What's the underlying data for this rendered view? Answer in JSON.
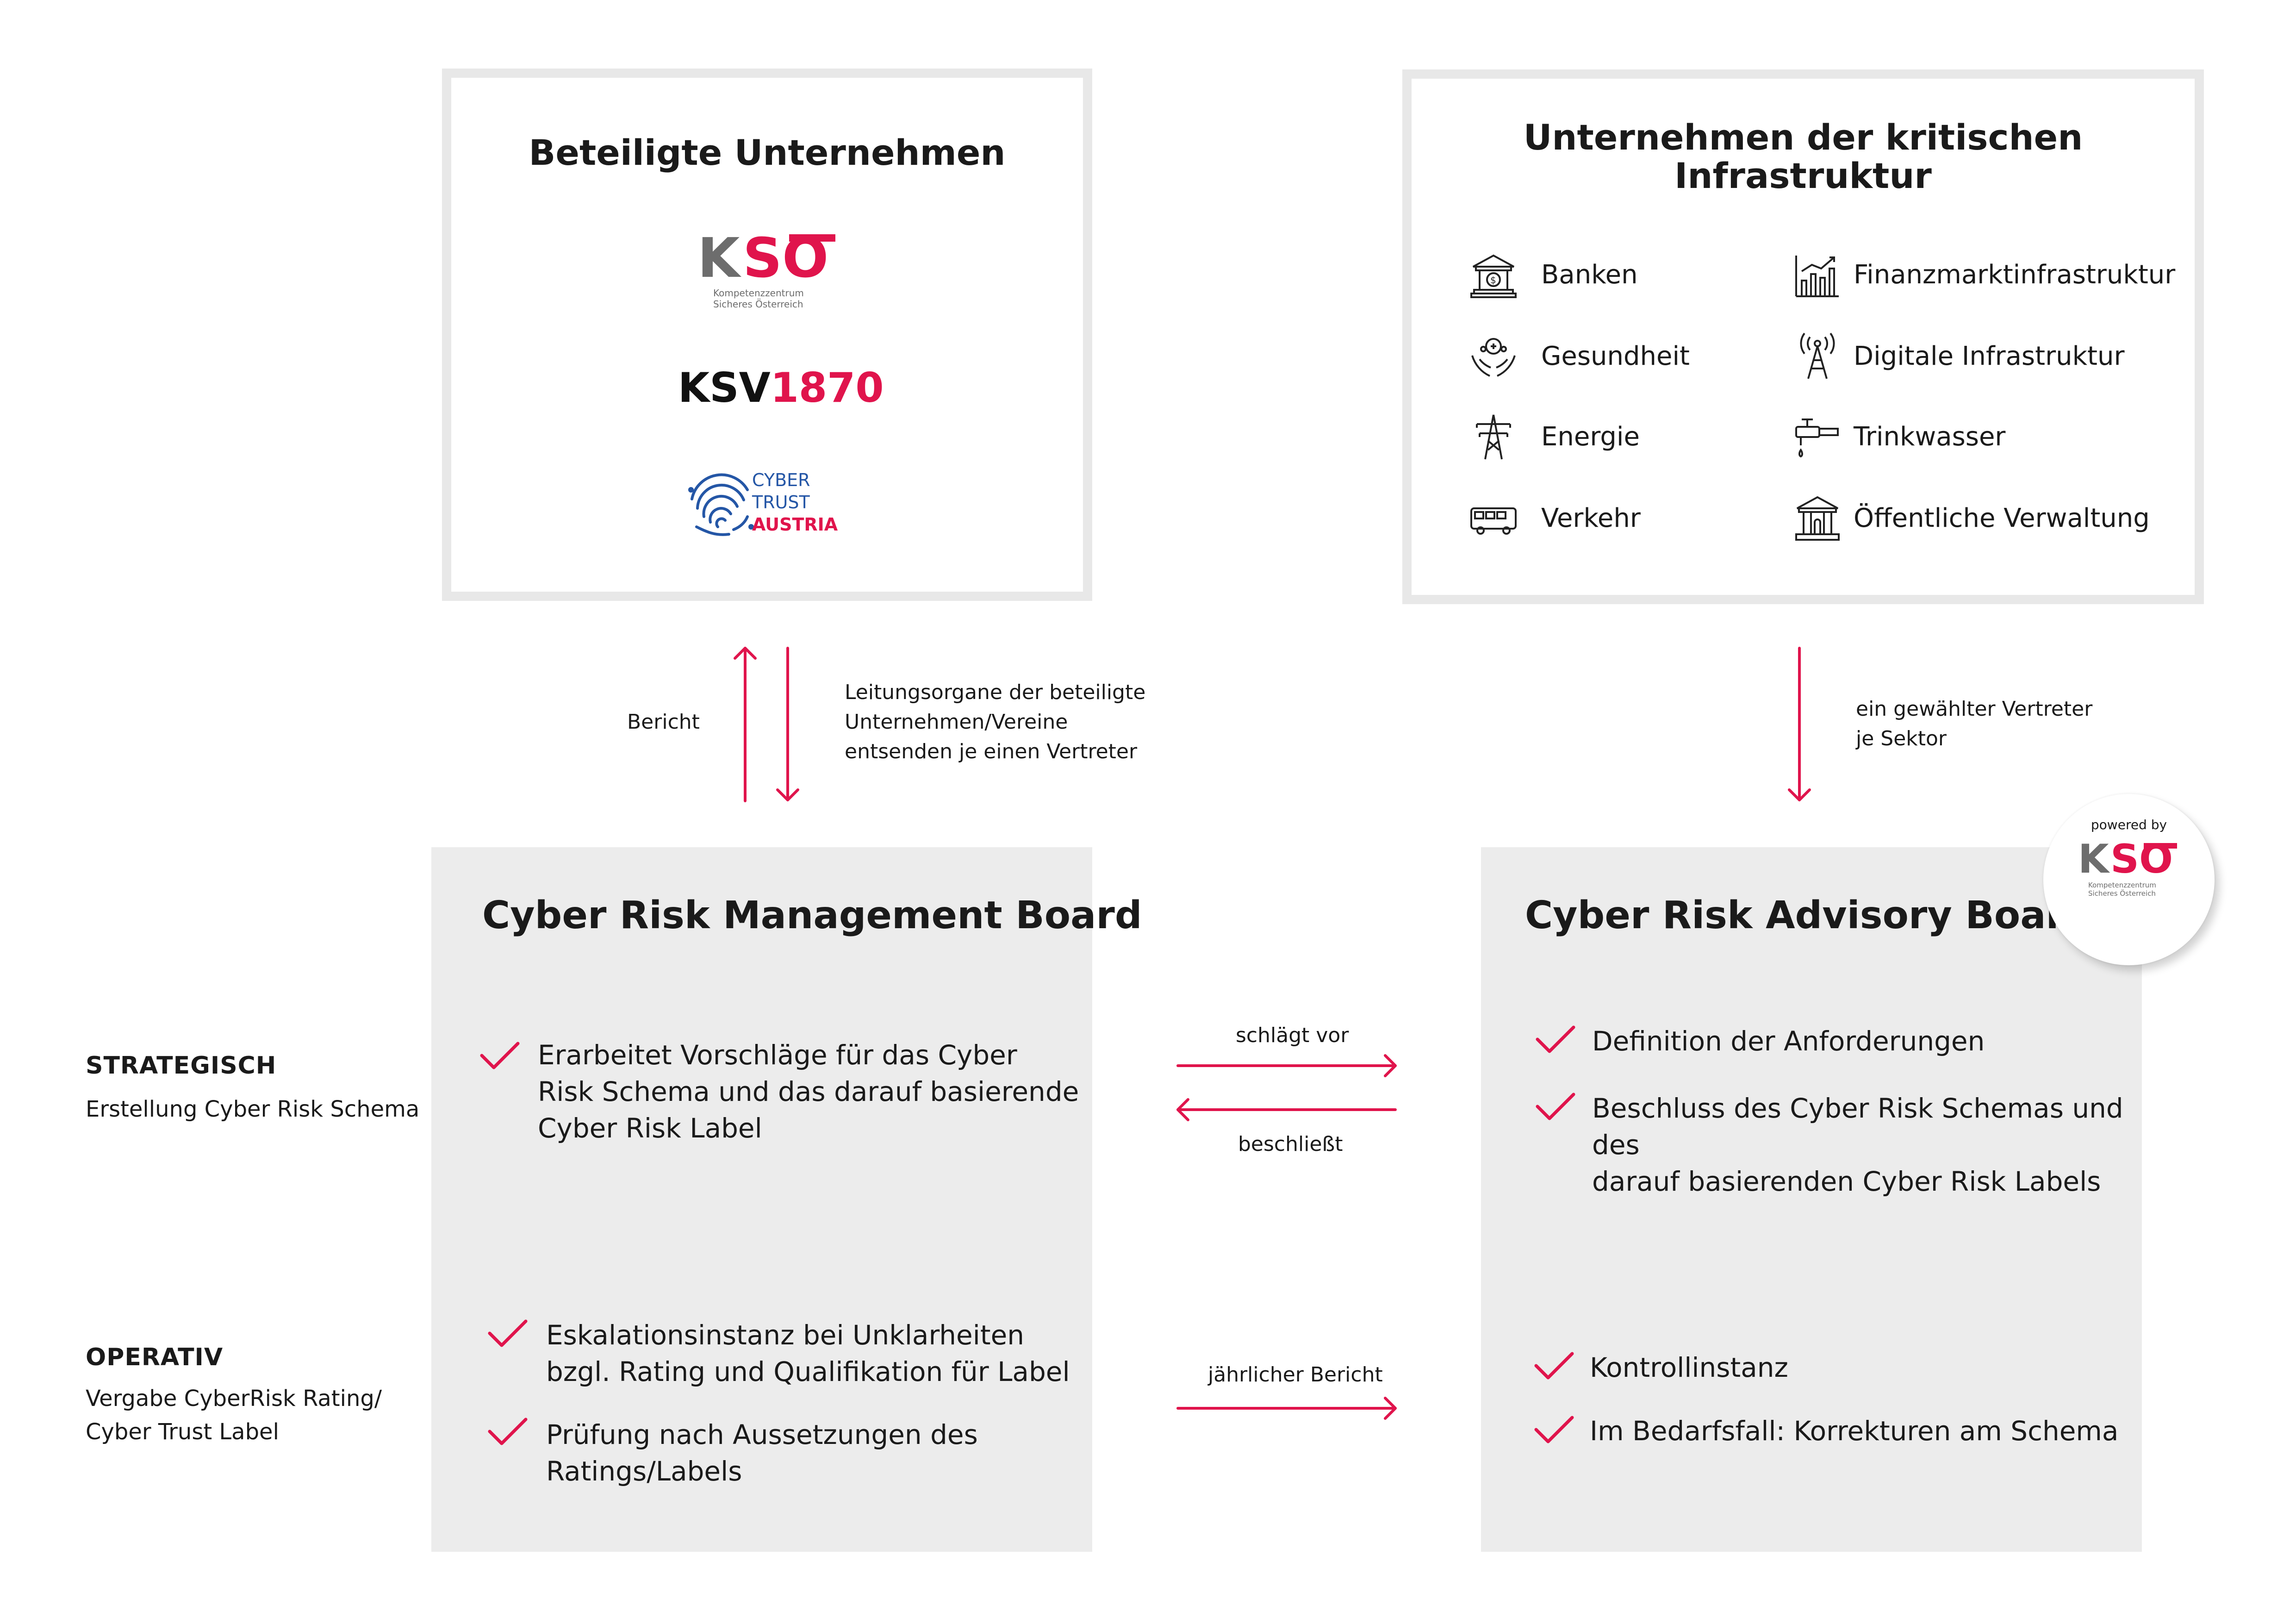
{
  "top_left": {
    "title": "Beteiligte Unternehmen",
    "logos": [
      {
        "name": "KSO",
        "caption_line1": "Kompetenzzentrum",
        "caption_line2": "Sicheres Österreich"
      },
      {
        "name_part1": "KSV",
        "name_part2": "1870"
      },
      {
        "line1": "CYBER",
        "line2": "TRUST",
        "line3": "AUSTRIA"
      }
    ]
  },
  "top_right": {
    "title_line1": "Unternehmen der kritischen",
    "title_line2": "Infrastruktur",
    "sectors": [
      {
        "label": "Banken",
        "icon": "bank-icon"
      },
      {
        "label": "Finanzmarktinfrastruktur",
        "icon": "chart-icon"
      },
      {
        "label": "Gesundheit",
        "icon": "health-icon"
      },
      {
        "label": "Digitale Infrastruktur",
        "icon": "antenna-icon"
      },
      {
        "label": "Energie",
        "icon": "power-pylon-icon"
      },
      {
        "label": "Trinkwasser",
        "icon": "water-tap-icon"
      },
      {
        "label": "Verkehr",
        "icon": "bus-icon"
      },
      {
        "label": "Öffentliche Verwaltung",
        "icon": "government-building-icon"
      }
    ]
  },
  "flows": {
    "bericht": "Bericht",
    "leitungsorgane": "Leitungsorgane der beteiligte\nUnternehmen/Vereine\n entsenden je einen Vertreter",
    "vertreter": "ein gewählter Vertreter\nje Sektor",
    "schlaegt_vor": "schlägt vor",
    "beschliesst": "beschließt",
    "jaehrlicher_bericht": "jährlicher Bericht"
  },
  "management_board": {
    "title": "Cyber Risk Management Board",
    "strategic_items": [
      "Erarbeitet Vorschläge für das Cyber\nRisk Schema und das darauf basierende\nCyber Risk Label"
    ],
    "operative_items": [
      "Eskalationsinstanz bei Unklarheiten\nbzgl. Rating und Qualifikation für Label",
      "Prüfung nach Aussetzungen des\nRatings/Labels"
    ]
  },
  "advisory_board": {
    "title": "Cyber Risk Advisory Board",
    "badge_text": "powered by",
    "badge_logo": "KSO",
    "badge_caption_line1": "Kompetenzzentrum",
    "badge_caption_line2": "Sicheres Österreich",
    "strategic_items": [
      "Definition der Anforderungen",
      "Beschluss des Cyber Risk Schemas und des\ndarauf basierenden Cyber Risk Labels"
    ],
    "operative_items": [
      "Kontrollinstanz",
      "Im Bedarfsfall: Korrekturen am Schema"
    ]
  },
  "side": {
    "strategic_head": "STRATEGISCH",
    "strategic_sub": "Erstellung Cyber Risk Schema",
    "operative_head": "OPERATIV",
    "operative_sub": "Vergabe CyberRisk Rating/\nCyber Trust Label"
  },
  "colors": {
    "accent": "#e0144c",
    "box_grey": "#ececec",
    "border_grey": "#e8e8e8",
    "logo_grey": "#6d6d6d",
    "trust_blue": "#2456a6"
  }
}
